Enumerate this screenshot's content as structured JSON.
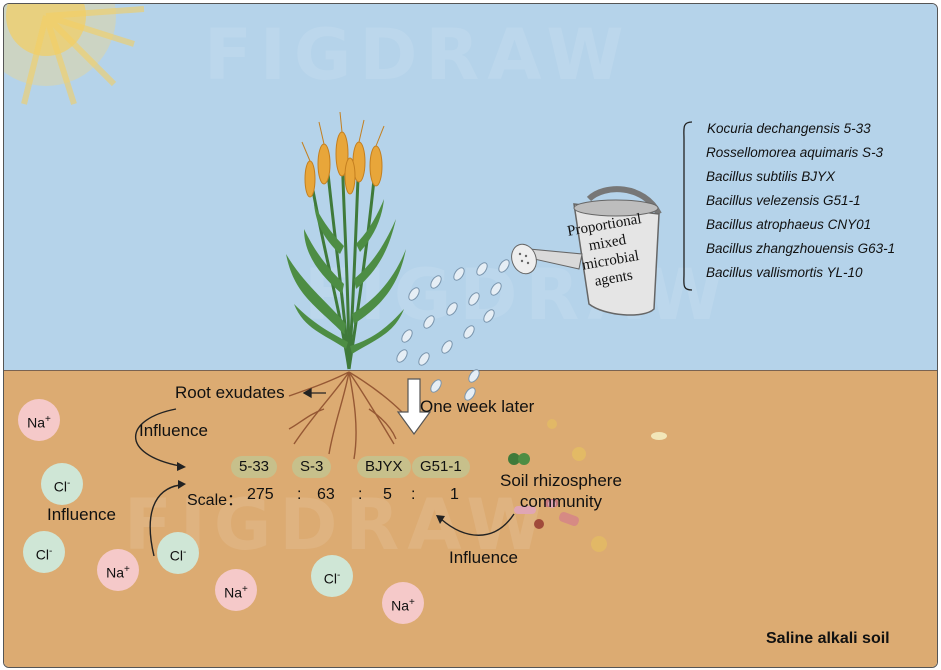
{
  "species_list": [
    "Kocuria dechangensis 5-33",
    "Rossellomorea aquimaris S-3",
    "Bacillus subtilis BJYX",
    "Bacillus velezensis G51-1",
    "Bacillus atrophaeus CNY01",
    "Bacillus zhangzhouensis G63-1",
    "Bacillus vallismortis YL-10"
  ],
  "can_label": [
    "Proportional",
    "mixed",
    "microbial",
    "agents"
  ],
  "labels": {
    "root_exudates": "Root exudates",
    "one_week_later": "One week later",
    "influence_1": "Influence",
    "influence_2": "Influence",
    "influence_3": "Influence",
    "soil_community_line1": "Soil rhizosphere",
    "soil_community_line2": "community",
    "soil_type": "Saline alkali soil",
    "watermark": "FIGDRAW"
  },
  "strains": [
    "5-33",
    "S-3",
    "BJYX",
    "G51-1"
  ],
  "scale": {
    "label": "Scale：",
    "values": [
      "275",
      "63",
      "5",
      "1"
    ],
    "separator": ":"
  },
  "ions": [
    {
      "base": "Na",
      "charge": "+"
    },
    {
      "base": "Cl",
      "charge": "-"
    },
    {
      "base": "Cl",
      "charge": "-"
    },
    {
      "base": "Na",
      "charge": "+"
    },
    {
      "base": "Cl",
      "charge": "-"
    },
    {
      "base": "Na",
      "charge": "+"
    },
    {
      "base": "Cl",
      "charge": "-"
    },
    {
      "base": "Na",
      "charge": "+"
    }
  ],
  "colors": {
    "sky": "#b5d3ea",
    "soil": "#dcab72",
    "strain_pill": "#c7c08b",
    "na_ion": "#f5c9c9",
    "cl_ion": "#cfe6d6",
    "sun": "#f6d77a"
  }
}
